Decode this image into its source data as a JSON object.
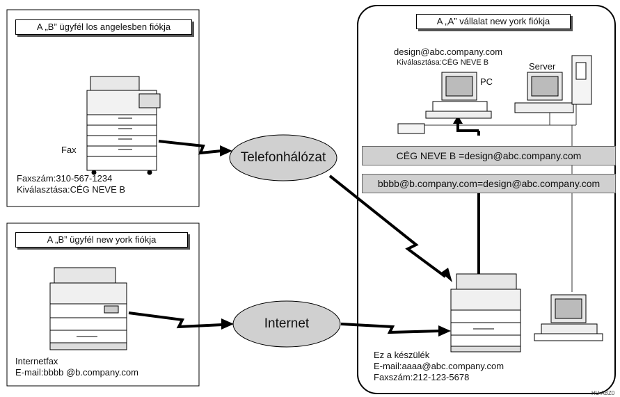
{
  "panels": {
    "la_title": "A „B” ügyfél los angelesben fiókja",
    "ny_title": "A „B” ügyfél new york fiókja",
    "a_title": "A „A” vállalat new york fiókja"
  },
  "la": {
    "fax_label": "Fax",
    "fax_number": "Faxszám:310-567-1234",
    "selection": "Kiválasztása:CÉG NEVE B"
  },
  "ny": {
    "device_label": "Internetfax",
    "email": "E-mail:bbbb @b.company.com"
  },
  "networks": {
    "phone": "Telefonhálózat",
    "internet": "Internet"
  },
  "company_a": {
    "pc_email": "design@abc.company.com",
    "pc_selection": "Kiválasztása:CÉG NEVE B",
    "pc_label": "PC",
    "server_label": "Server",
    "rule1": "CÉG NEVE B =design@abc.company.com",
    "rule2": "bbbb@b.company.com=design@abc.company.com",
    "device_label": "Ez a készülék",
    "device_email": "E-mail:aaaa@abc.company.com",
    "device_fax": "Faxszám:212-123-5678"
  },
  "corner_code": "HU ABZ0"
}
